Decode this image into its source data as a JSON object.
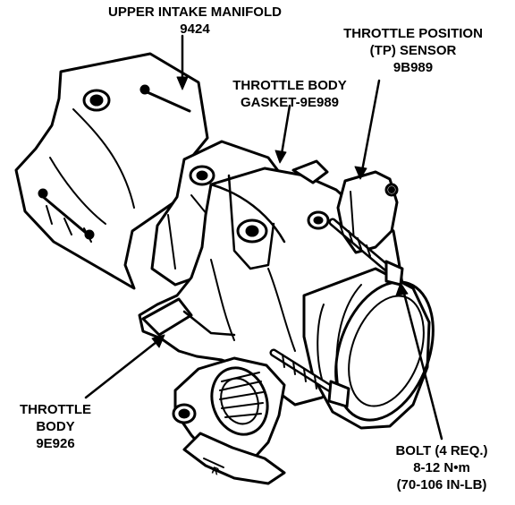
{
  "labels": {
    "upper_intake": {
      "line1": "UPPER INTAKE MANIFOLD",
      "line2": "9424"
    },
    "gasket": {
      "line1": "THROTTLE BODY",
      "line2": "GASKET-9E989"
    },
    "tp_sensor": {
      "line1": "THROTTLE POSITION",
      "line2": "(TP) SENSOR",
      "line3": "9B989"
    },
    "throttle_body": {
      "line1": "THROTTLE",
      "line2": "BODY",
      "line3": "9E926"
    },
    "bolt": {
      "line1": "BOLT (4 REQ.)",
      "line2": "8-12 N•m",
      "line3": "(70-106 IN-LB)"
    }
  },
  "colors": {
    "ink": "#000000",
    "paper": "#ffffff"
  }
}
